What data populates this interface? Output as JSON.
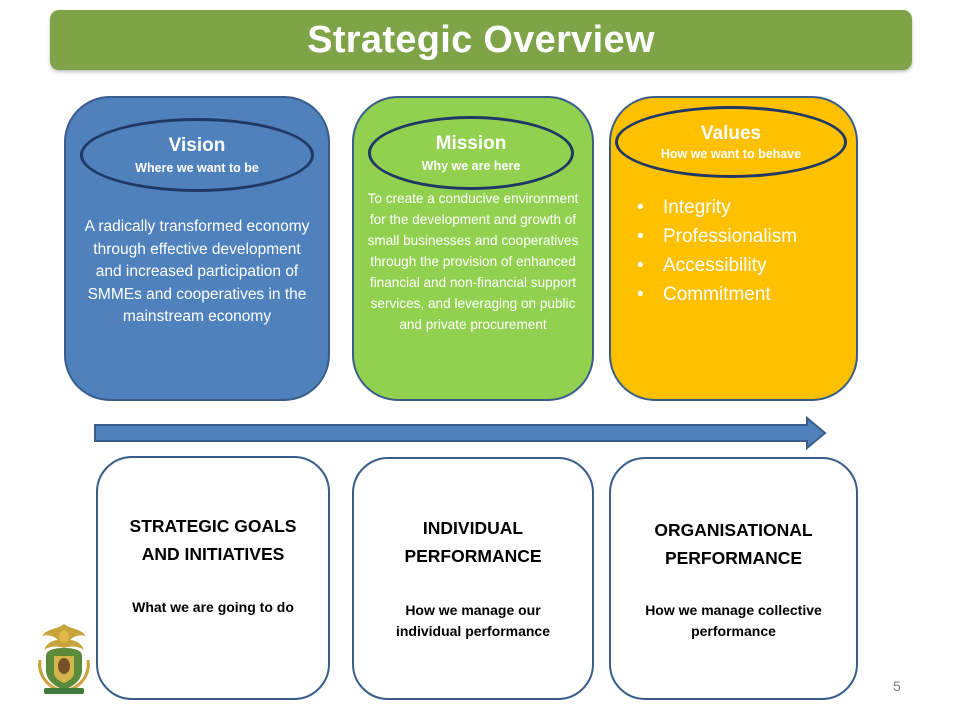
{
  "title": "Strategic Overview",
  "vision": {
    "heading": "Vision",
    "subheading": "Where we want to be",
    "body": "A radically transformed economy through effective development and increased participation of SMMEs and cooperatives in the mainstream economy"
  },
  "mission": {
    "heading": "Mission",
    "subheading": "Why we are here",
    "body": "To create a conducive environment for the development and growth of small businesses and cooperatives through the provision of enhanced financial and non-financial support services, and leveraging on public and private procurement"
  },
  "values": {
    "heading": "Values",
    "subheading": "How we want to behave",
    "items": [
      "Integrity",
      "Professionalism",
      "Accessibility",
      "Commitment"
    ]
  },
  "boxes": [
    {
      "title": "STRATEGIC GOALS AND INITIATIVES",
      "subtitle": "What we are going to do"
    },
    {
      "title": "INDIVIDUAL PERFORMANCE",
      "subtitle": "How we manage our individual performance"
    },
    {
      "title": "ORGANISATIONAL PERFORMANCE",
      "subtitle": "How we manage collective performance"
    }
  ],
  "page_number": "5",
  "colors": {
    "title_bar": "#7fa447",
    "vision": "#4f81bd",
    "mission": "#92d050",
    "values": "#ffc000",
    "outline": "#385d8a",
    "arrow": "#4f81bd"
  },
  "icons": {
    "logo": "coat-of-arms-icon"
  }
}
